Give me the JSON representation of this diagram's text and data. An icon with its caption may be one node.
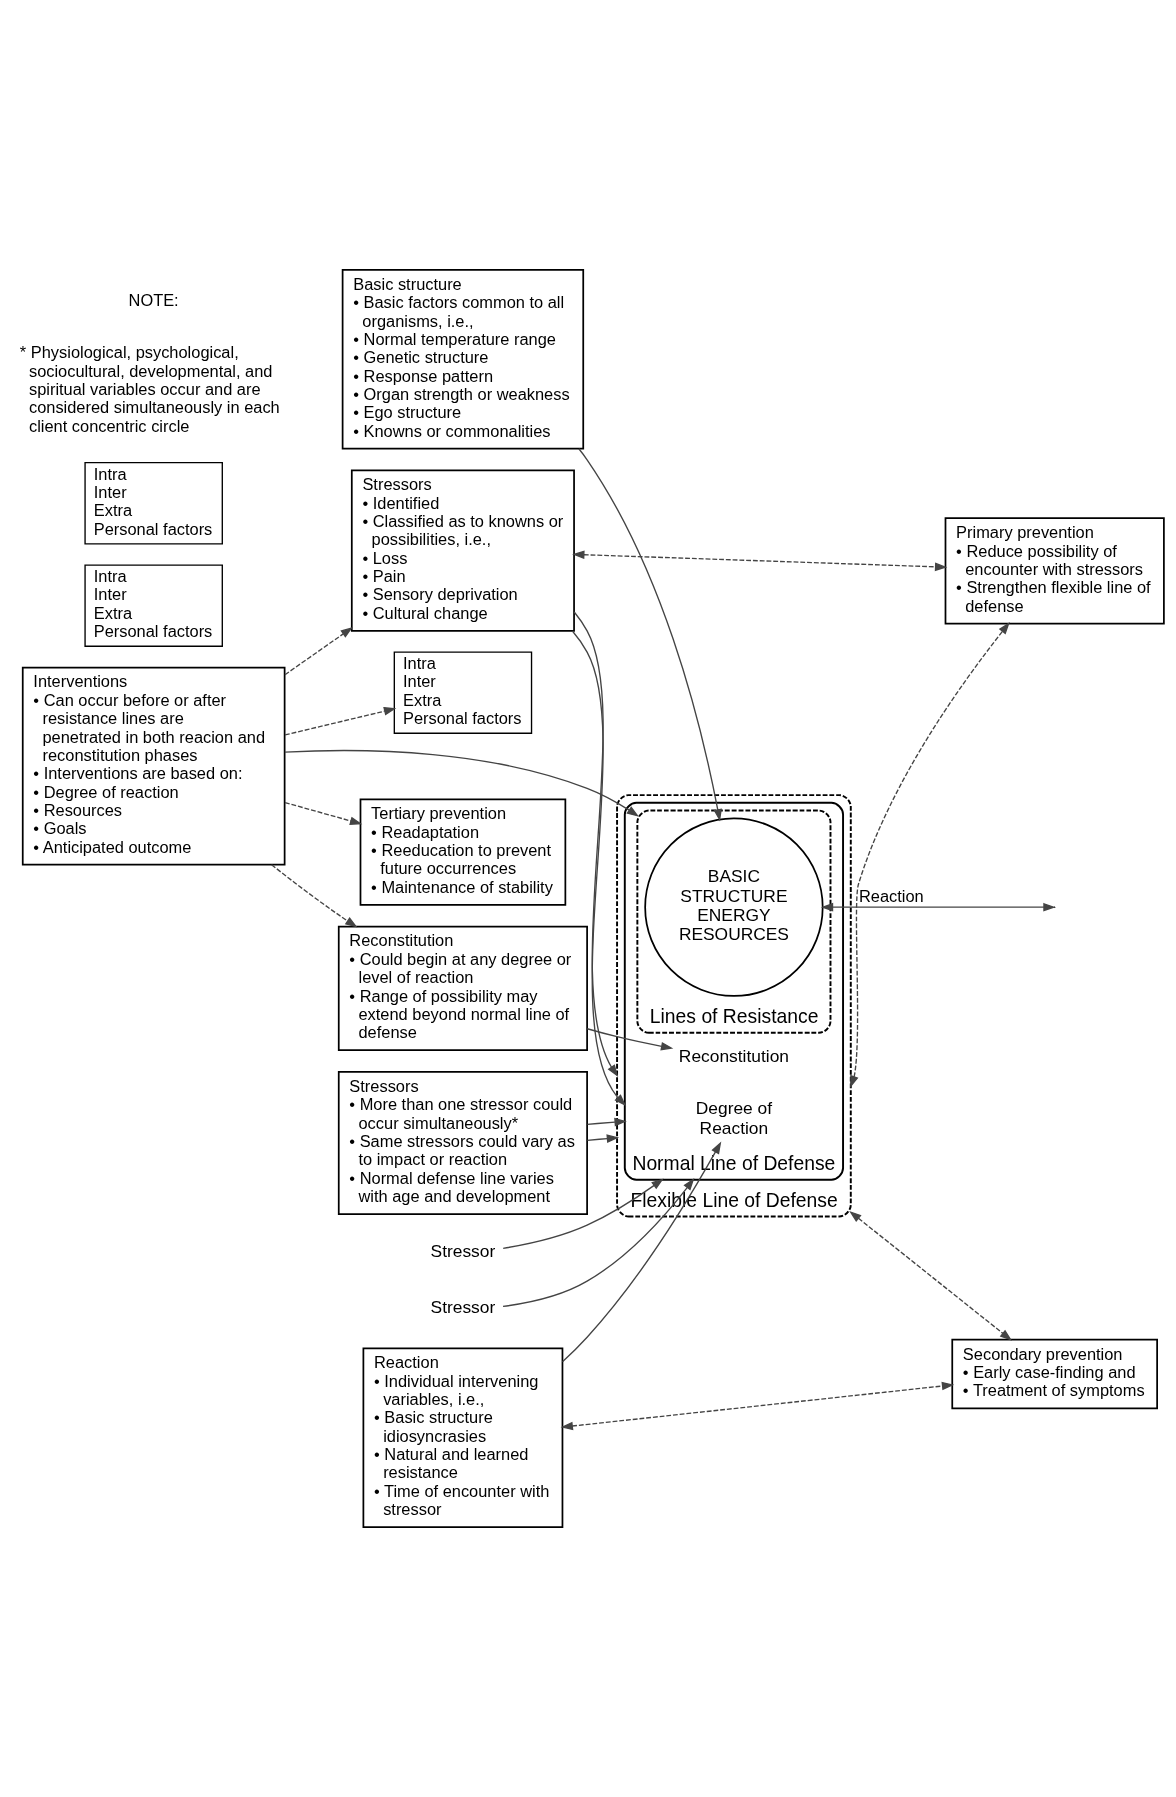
{
  "diagram": {
    "nodes": [
      {
        "text": [
          "Flexible Line of Defense"
        ]
      },
      {
        "text": [
          "Normal Line of Defense"
        ],
        "in": 0
      },
      {
        "text": [
          "Lines of Resistance"
        ],
        "in": 1
      },
      {
        "text": [
          "BASIC STRUCTURE ENERGY RESOURCES"
        ],
        "in": 2
      },
      {
        "text": [
          "Degree of Reaction"
        ],
        "in": 1
      },
      {
        "text": [
          "Reconstitution"
        ],
        "in": 1
      },
      {
        "text": [
          "Stressor"
        ]
      },
      {
        "text": [
          "Stressor"
        ]
      },
      {
        "text": [
          "Basic structure",
          "• Basic factors common to all organisms, i.e.,",
          "• Normal temperature range",
          "• Genetic structure",
          "• Response pattern",
          "• Organ strength or weakness",
          "• Ego structure",
          "• Knowns or commonalities"
        ]
      },
      {
        "text": [
          "Stressors",
          "• More than one stressor could occur simultaneously*",
          "• Same stressors could vary as to impact or reaction",
          "• Normal defense line varies with age and development"
        ]
      },
      {
        "text": [
          "Reconstitution",
          "• Could begin at any degree or level of reaction",
          "• Range of possibility may extend beyond normal line of defense"
        ]
      },
      {
        "text": [
          "Intra",
          "Inter",
          "Extra",
          "Personal factors"
        ]
      },
      {
        "text": [
          "Stressors",
          "• Identified",
          "• Classified as to knowns or possibilities, i.e.,",
          "• Loss",
          "• Pain",
          "• Sensory deprivation",
          "• Cultural change"
        ]
      },
      {
        "text": [
          "Intra",
          "Inter",
          "Extra",
          "Personal factors"
        ]
      },
      {
        "text": [
          "Reaction",
          "• Individual intervening variables, i.e.,",
          "• Basic structure idiosyncrasies",
          "• Natural and learned resistance",
          "• Time of encounter with stressor"
        ]
      },
      {
        "text": [
          "Intra",
          "Inter",
          "Extra",
          "Personal factors"
        ]
      },
      {
        "text": [
          "Interventions",
          "• Can occur before or after resistance lines are penetrated in both reacion and reconstitution phases",
          "• Interventions are based on:",
          "• Degree of reaction",
          "• Resources",
          "• Goals",
          "• Anticipated outcome"
        ]
      },
      {
        "text": [
          "Primary prevention",
          "• Reduce possibility of encounter with stressors",
          "• Strengthen flexible line of defense"
        ]
      },
      {
        "text": [
          "Secondary prevention",
          "• Early case-finding and",
          "• Treatment of symptoms"
        ]
      },
      {
        "text": [
          "Tertiary prevention",
          "• Readaptation",
          "• Reeducation to prevent future occurrences",
          "• Maintenance of stability"
        ]
      }
    ],
    "edges": [
      {
        "from": 6,
        "to": 1,
        "arrow": "to"
      },
      {
        "from": 7,
        "to": 1,
        "arrow": "to"
      },
      {
        "from": 8,
        "to": 3,
        "arrow": "to"
      },
      {
        "from": 9,
        "to": 0,
        "arrow": "to"
      },
      {
        "from": 9,
        "to": 1,
        "arrow": "to"
      },
      {
        "from": 12,
        "to": 1,
        "arrow": "to"
      },
      {
        "from": 12,
        "to": 0,
        "arrow": "to"
      },
      {
        "from": 10,
        "to": 5,
        "arrow": "to"
      },
      {
        "from": 14,
        "to": 4,
        "arrow": "to"
      },
      {
        "from": null,
        "to": 3,
        "arrow": "both",
        "label": "Reaction"
      },
      {
        "from": 16,
        "to": 2,
        "arrow": "to"
      },
      {
        "from": 16,
        "to": 12,
        "arrow": "to",
        "style": "dashed"
      },
      {
        "from": 16,
        "to": 10,
        "arrow": "to",
        "style": "dashed"
      },
      {
        "from": 16,
        "to": 11,
        "arrow": "to",
        "style": "dashed"
      },
      {
        "from": 16,
        "to": 19,
        "arrow": "to",
        "style": "dashed"
      },
      {
        "from": 12,
        "to": 17,
        "arrow": "both",
        "style": "dashed"
      },
      {
        "from": 0,
        "to": 17,
        "arrow": "both",
        "style": "dashed"
      },
      {
        "from": 0,
        "to": 18,
        "arrow": "both",
        "style": "dashed"
      },
      {
        "from": 14,
        "to": 18,
        "arrow": "both",
        "style": "dashed"
      }
    ],
    "labels": [
      "NOTE:",
      "* Physiological, psychological, sociocultural, developmental, and spiritual variables occur and are considered simultaneously in each client concentric circle"
    ]
  }
}
